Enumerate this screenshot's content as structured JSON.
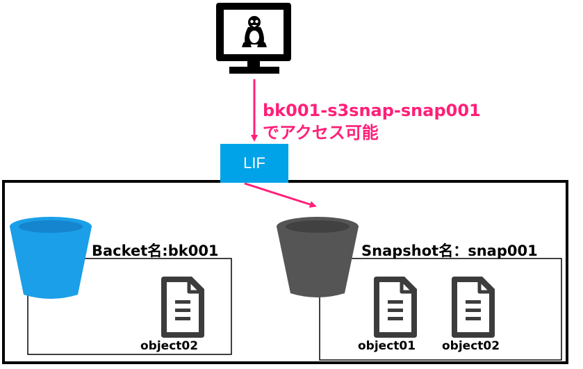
{
  "access_label": {
    "line1": "bk001-s3snap-snap001",
    "line2": "でアクセス可能"
  },
  "lif": {
    "label": "LIF"
  },
  "bucket": {
    "label": "Backet名:bk001",
    "objects": [
      "object02"
    ]
  },
  "snapshot": {
    "label": "Snapshot名：snap001",
    "objects": [
      "object01",
      "object02"
    ]
  },
  "colors": {
    "accent_pink": "#ff1f78",
    "lif_blue": "#00a2e8",
    "bucket_blue": "#1b9fe8",
    "snapshot_gray": "#555555",
    "document_dark": "#3c3c3c"
  },
  "icons": {
    "client": "linux-computer-icon",
    "bucket": "bucket-icon",
    "snapshot": "snapshot-bucket-icon",
    "document": "document-icon"
  }
}
